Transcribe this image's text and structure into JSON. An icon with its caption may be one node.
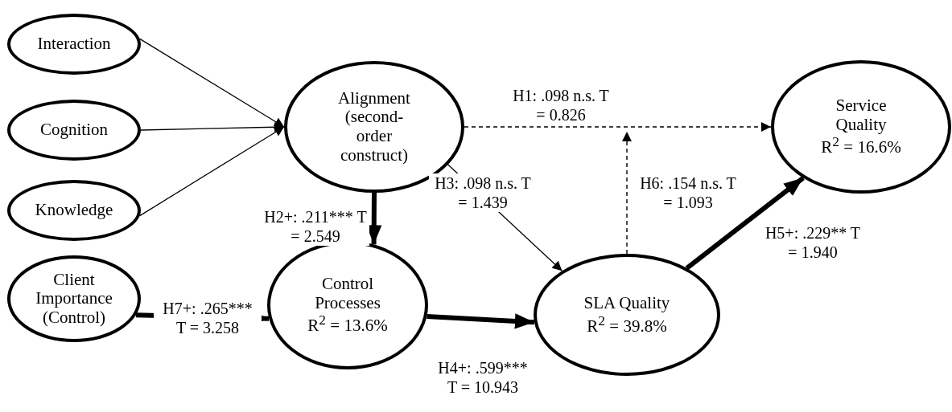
{
  "diagram": {
    "nodes": [
      {
        "text": [
          "Interaction"
        ]
      },
      {
        "text": [
          "Cognition"
        ]
      },
      {
        "text": [
          "Knowledge"
        ]
      },
      {
        "text": [
          "Alignment (second-order construct)"
        ]
      },
      {
        "text": [
          "Service Quality",
          "R$^{2}$ = 16.6%"
        ]
      },
      {
        "text": [
          "Client Importance (Control)"
        ]
      },
      {
        "text": [
          "Control Processes",
          "R$^{2}$ = 13.6%"
        ]
      },
      {
        "text": [
          "SLA Quality",
          "R$^{2}$ = 39.8%"
        ]
      }
    ],
    "edges": [
      {
        "from": 0,
        "to": 3,
        "arrow": "to"
      },
      {
        "from": 1,
        "to": 3,
        "arrow": "to"
      },
      {
        "from": 2,
        "to": 3,
        "arrow": "to"
      },
      {
        "from": 3,
        "to": 4,
        "arrow": "to",
        "style": "dashed",
        "label": "H1: .098 n.s. T = 0.826"
      },
      {
        "from": 3,
        "to": 6,
        "arrow": "to",
        "style": "thick",
        "label": "H2+: .211*** T = 2.549"
      },
      {
        "from": 3,
        "to": 7,
        "arrow": "to",
        "label": "H3: .098 n.s. T = 1.439"
      },
      {
        "from": 5,
        "to": 6,
        "arrow": "to",
        "style": "thick",
        "label": "H7+: .265*** T = 3.258"
      },
      {
        "from": 6,
        "to": 7,
        "arrow": "to",
        "style": "thick",
        "label": "H4+: .599*** T = 10.943"
      },
      {
        "from": 7,
        "to": 4,
        "arrow": "to",
        "style": "thick",
        "label": "H5+: .229** T = 1.940"
      },
      {
        "from": 7,
        "to": null,
        "arrow": "to",
        "style": "dashed",
        "label": "H6: .154 n.s. T = 1.093"
      }
    ]
  }
}
